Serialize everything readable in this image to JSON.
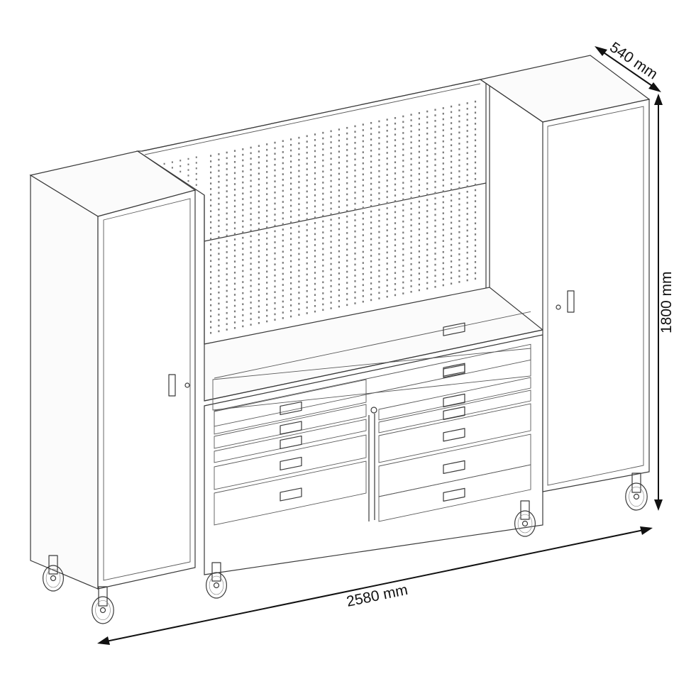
{
  "diagram": {
    "subject": "Mobile workshop cabinet set with pegboard and drawer workbench",
    "dimensions": {
      "depth": {
        "value": 540,
        "unit": "mm",
        "label": "540 mm"
      },
      "height": {
        "value": 1800,
        "unit": "mm",
        "label": "1800 mm"
      },
      "width": {
        "value": 2580,
        "unit": "mm",
        "label": "2580 mm"
      }
    },
    "components": {
      "left_cabinet": {
        "type": "tall locker",
        "doors": 1,
        "casters": 2
      },
      "right_cabinet": {
        "type": "tall locker",
        "doors": 1,
        "casters": 1
      },
      "pegboard": {
        "panels": 2
      },
      "workbench": {
        "top_drawer_rows": 1,
        "left_drawers": 5,
        "right_drawers": 5,
        "casters": 2
      }
    }
  }
}
